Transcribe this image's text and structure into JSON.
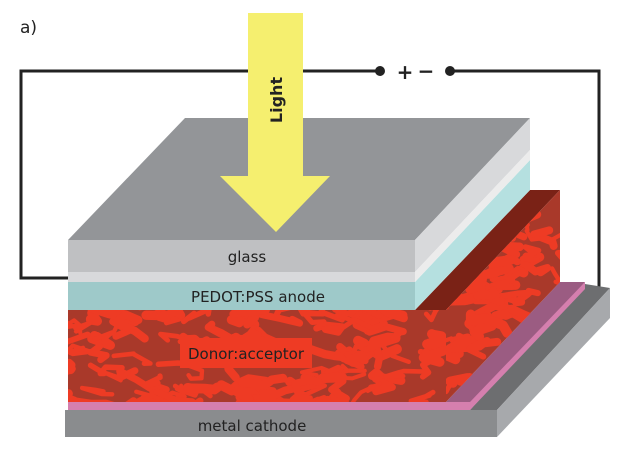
{
  "panel_label": "a)",
  "light_label": "Light",
  "terminals": {
    "plus": "+",
    "minus": "−"
  },
  "layers": {
    "glass": "glass",
    "anode": "PEDOT:PSS anode",
    "active": "Donor:acceptor",
    "cathode": "metal cathode"
  },
  "colors": {
    "glass": "#bfc0c2",
    "glass_top": "#939598",
    "anode": "#9ec9c9",
    "active_dark": "#a9392a",
    "active_light": "#ee3b24",
    "interlayer": "#d57fae",
    "cathode": "#8a8c8e",
    "light_arrow": "#f5ef6f"
  }
}
